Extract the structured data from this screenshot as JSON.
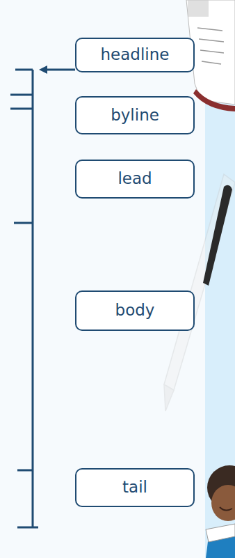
{
  "diagram": {
    "nodes": [
      {
        "text": [
          "headline"
        ]
      },
      {
        "text": [
          "byline"
        ]
      },
      {
        "text": [
          "lead"
        ]
      },
      {
        "text": [
          "body"
        ]
      },
      {
        "text": [
          "tail"
        ]
      }
    ]
  }
}
